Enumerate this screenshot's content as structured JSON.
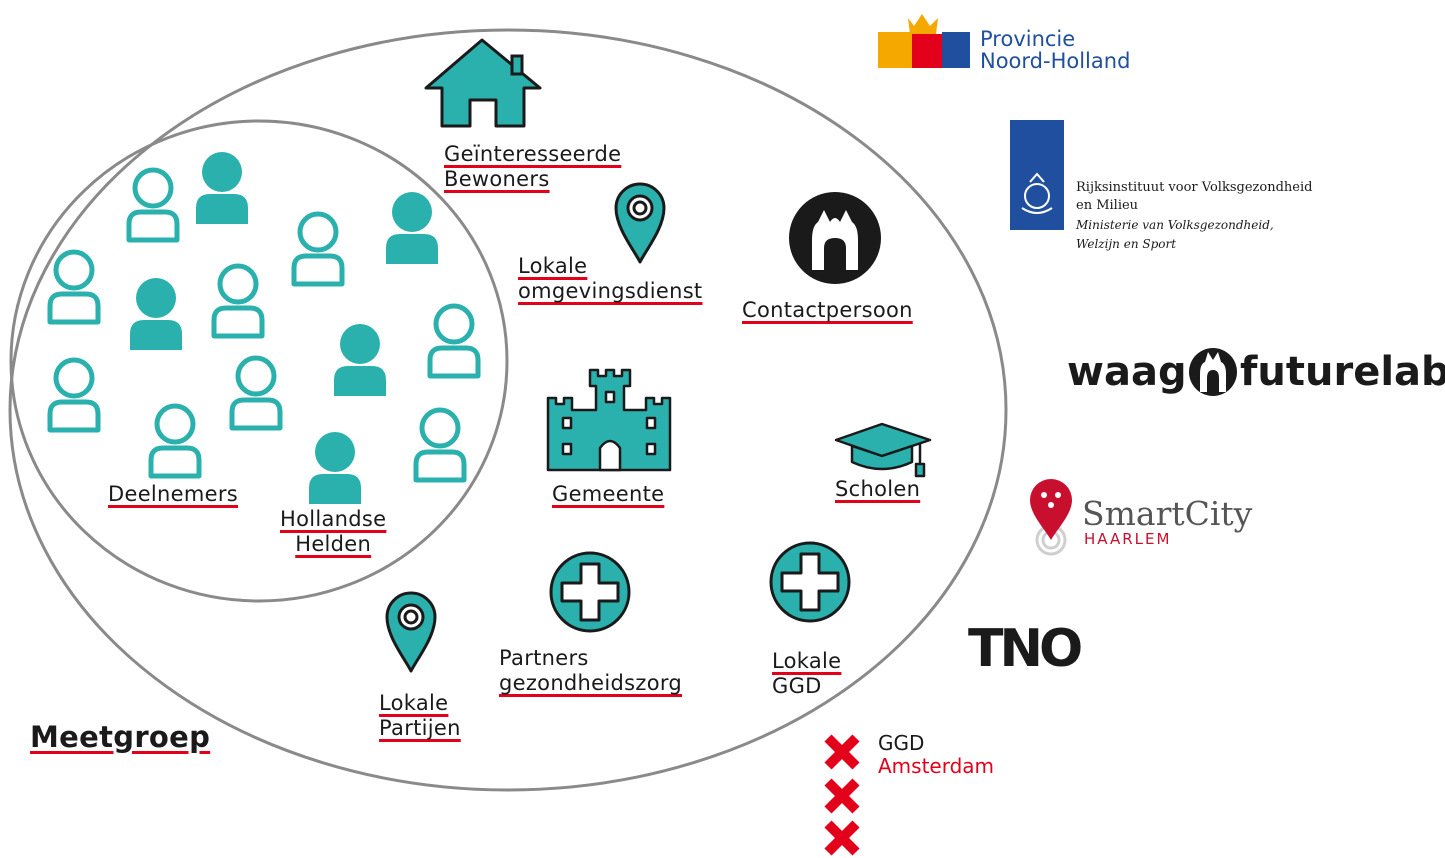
{
  "colors": {
    "teal": "#2ab1ad",
    "underline": "#e3001b",
    "ellipse": "#8a8a8a",
    "dark": "#1a1a1a"
  },
  "labels": {
    "geinteresseerde_bewoners": [
      "Geïnteresseerde",
      "Bewoners"
    ],
    "lokale_omgevingsdienst": [
      "Lokale",
      "omgevingsdienst"
    ],
    "contactpersoon": "Contactpersoon",
    "gemeente": "Gemeente",
    "scholen": "Scholen",
    "deelnemers": "Deelnemers",
    "hollandse_helden": [
      "Hollandse",
      "Helden"
    ],
    "partners_gezondheidszorg": [
      "Partners",
      "gezondheidszorg"
    ],
    "lokale_ggd": [
      "Lokale",
      "GGD"
    ],
    "lokale_partijen": [
      "Lokale",
      "Partijen"
    ],
    "meetgroep": "Meetgroep"
  },
  "icons": {
    "house": "house-icon",
    "location_pin": "location-pin-icon",
    "waag_mark": "waag-gate-icon",
    "castle": "castle-icon",
    "graduation_cap": "graduation-cap-icon",
    "medical_cross": "medical-cross-icon",
    "person_outline": "person-outline-icon",
    "person_filled": "person-filled-icon"
  },
  "logos": {
    "provincie": [
      "Provincie",
      "Noord-Holland"
    ],
    "rivm": [
      "Rijksinstituut voor Volksgezondheid",
      "en Milieu",
      "Ministerie van Volksgezondheid,",
      "Welzijn en Sport"
    ],
    "waag_left": "waag",
    "waag_right": "futurelab",
    "smartcity": "SmartCity",
    "haarlem": "HAARLEM",
    "tno": "TNO",
    "ggd": "GGD",
    "amsterdam": "Amsterdam"
  }
}
